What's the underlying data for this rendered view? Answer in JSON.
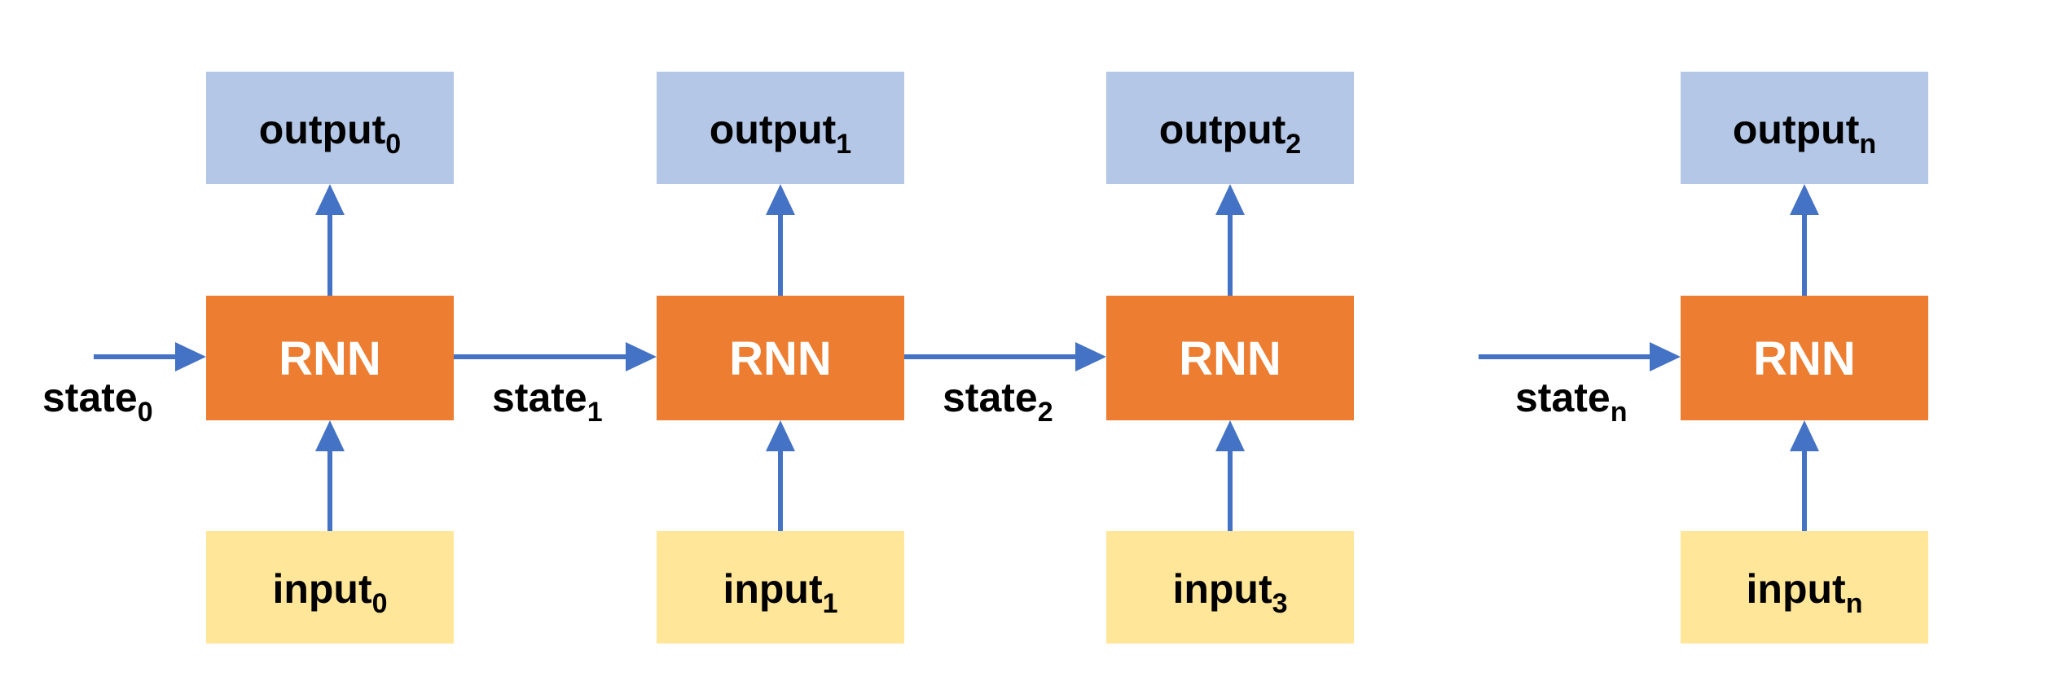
{
  "colors": {
    "output_box": "#B4C7E7",
    "rnn_box": "#ED7D31",
    "input_box": "#FFE699",
    "arrow": "#4472C4",
    "rnn_text": "#FFFFFF",
    "label_text": "#000000"
  },
  "cells": [
    {
      "output": {
        "base": "output",
        "sub": "0"
      },
      "rnn": "RNN",
      "input": {
        "base": "input",
        "sub": "0"
      },
      "state_in": {
        "base": "state",
        "sub": "0"
      }
    },
    {
      "output": {
        "base": "output",
        "sub": "1"
      },
      "rnn": "RNN",
      "input": {
        "base": "input",
        "sub": "1"
      },
      "state_in": {
        "base": "state",
        "sub": "1"
      }
    },
    {
      "output": {
        "base": "output",
        "sub": "2"
      },
      "rnn": "RNN",
      "input": {
        "base": "input",
        "sub": "3"
      },
      "state_in": {
        "base": "state",
        "sub": "2"
      }
    },
    {
      "output": {
        "base": "output",
        "sub": "n"
      },
      "rnn": "RNN",
      "input": {
        "base": "input",
        "sub": "n"
      },
      "state_in": {
        "base": "state",
        "sub": "n"
      }
    }
  ]
}
